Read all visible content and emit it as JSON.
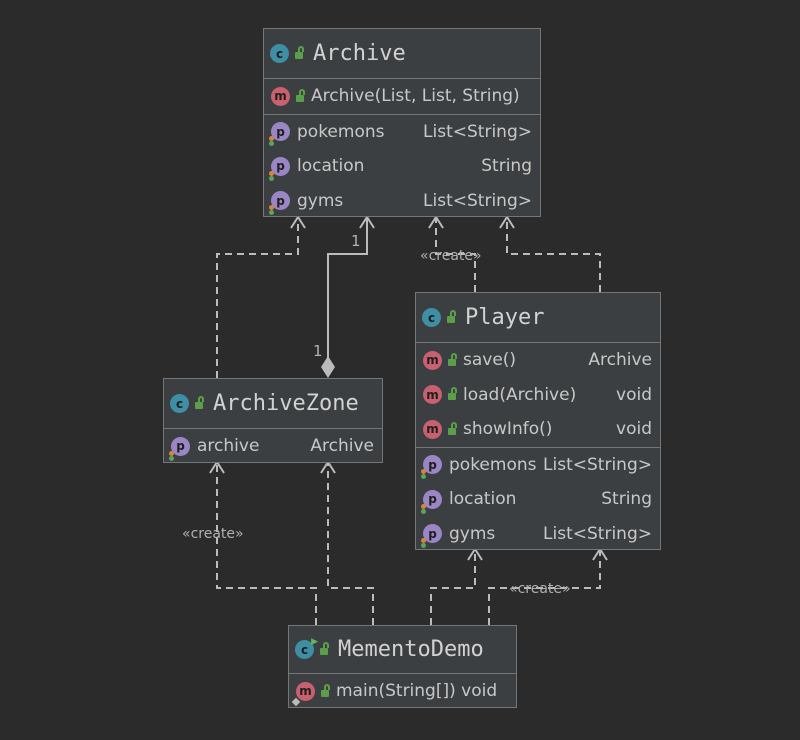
{
  "classes": {
    "archive": {
      "name": "Archive",
      "constructor": "Archive(List, List, String)",
      "fields": [
        {
          "name": "pokemons",
          "type": "List<String>"
        },
        {
          "name": "location",
          "type": "String"
        },
        {
          "name": "gyms",
          "type": "List<String>"
        }
      ]
    },
    "player": {
      "name": "Player",
      "methods": [
        {
          "name": "save()",
          "type": "Archive"
        },
        {
          "name": "load(Archive)",
          "type": "void"
        },
        {
          "name": "showInfo()",
          "type": "void"
        }
      ],
      "fields": [
        {
          "name": "pokemons",
          "type": "List<String>"
        },
        {
          "name": "location",
          "type": "String"
        },
        {
          "name": "gyms",
          "type": "List<String>"
        }
      ]
    },
    "archivezone": {
      "name": "ArchiveZone",
      "fields": [
        {
          "name": "archive",
          "type": "Archive"
        }
      ]
    },
    "mementodemo": {
      "name": "MementoDemo",
      "methods": [
        {
          "name": "main(String[]) void"
        }
      ]
    }
  },
  "labels": {
    "create1": "«create»",
    "create2": "«create»",
    "create3": "«create»",
    "mult_one_top": "1",
    "mult_one_bottom": "1"
  },
  "icons": {
    "class": "class-icon",
    "method": "method-icon",
    "field": "property-icon",
    "lock": "public-lock-icon"
  },
  "colors": {
    "background": "#2b2b2b",
    "box": "#3c3f41",
    "border": "#767676",
    "edge": "#bbbbbb",
    "class_icon": "#3e8ea5",
    "method_icon": "#c9606f",
    "field_icon": "#9b86c5"
  }
}
